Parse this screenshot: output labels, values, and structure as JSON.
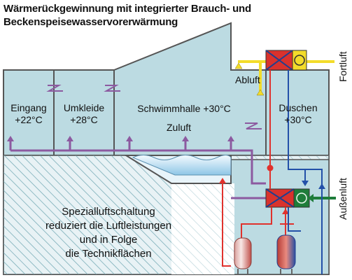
{
  "title": {
    "line1": "Wärmerückgewinnung mit integrierter Brauch- und",
    "line2": "Beckenspeisewasservorerwärmung"
  },
  "rooms": {
    "eingang": {
      "name": "Eingang",
      "temp": "+22°C"
    },
    "umkleide": {
      "name": "Umkleide",
      "temp": "+28°C"
    },
    "schwimmhalle": {
      "name": "Schwimmhalle +30°C"
    },
    "duschen": {
      "name": "Duschen",
      "temp": "+30°C"
    }
  },
  "labels": {
    "zuluft": "Zuluft",
    "abluft": "Abluft",
    "fortluft": "Fortluft",
    "aussenluft": "Außenluft"
  },
  "note": {
    "line1": "Spezialluftschaltung",
    "line2": "reduziert die Luftleistungen",
    "line3": "und in Folge",
    "line4": "die Technikflächen"
  },
  "colors": {
    "room_fill": "#bcdbe2",
    "wall": "#555555",
    "supply_duct": "#8c5aa0",
    "exhaust_duct": "#f3dc2a",
    "hot_pipe": "#e0322d",
    "cold_pipe": "#2350a8",
    "outdoor_duct": "#1e7d3a",
    "hatch": "#7fb0ba"
  }
}
